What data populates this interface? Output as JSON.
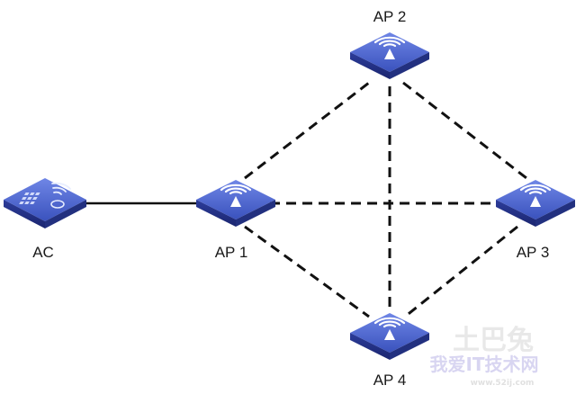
{
  "diagram": {
    "nodes": {
      "ac": {
        "label": "AC",
        "icon": "access-controller-icon"
      },
      "ap1": {
        "label": "AP 1",
        "icon": "wireless-ap-icon"
      },
      "ap2": {
        "label": "AP 2",
        "icon": "wireless-ap-icon"
      },
      "ap3": {
        "label": "AP 3",
        "icon": "wireless-ap-icon"
      },
      "ap4": {
        "label": "AP 4",
        "icon": "wireless-ap-icon"
      }
    },
    "links": [
      {
        "from": "AC",
        "to": "AP 1",
        "style": "solid"
      },
      {
        "from": "AP 1",
        "to": "AP 2",
        "style": "dashed"
      },
      {
        "from": "AP 1",
        "to": "AP 3",
        "style": "dashed"
      },
      {
        "from": "AP 1",
        "to": "AP 4",
        "style": "dashed"
      },
      {
        "from": "AP 2",
        "to": "AP 3",
        "style": "dashed"
      },
      {
        "from": "AP 2",
        "to": "AP 4",
        "style": "dashed"
      },
      {
        "from": "AP 3",
        "to": "AP 4",
        "style": "dashed"
      }
    ],
    "colors": {
      "device_top": "#4a62c8",
      "device_side": "#26348a",
      "wireless_symbol": "#ffffff",
      "link": "#111111"
    }
  },
  "watermark": {
    "line1": "土巴兔",
    "line2": "我爱IT技术网",
    "url": "www.52ij.com"
  }
}
